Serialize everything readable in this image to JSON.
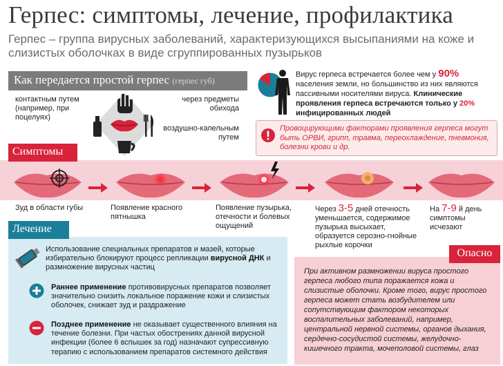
{
  "header": {
    "title": "Герпес: симптомы, лечение, профилактика",
    "subtitle": "Герпес – группа вирусных заболеваний, характеризующихся высыпаниями на коже и слизистых оболочках в виде сгруппированных пузырьков"
  },
  "transmission": {
    "title": "Как передается простой герпес",
    "title_note": "(герпес губ)",
    "contact": "контактным путем (например, при поцелуях)",
    "items": "через предметы обихода",
    "airborne": "воздушно-капельным путем"
  },
  "stats": {
    "line1": "Вирус герпеса встречается более чем у",
    "percent_main": "90%",
    "line1_end": "населения земли, но большинство из них являются пассивными носителями вируса.",
    "bold_start": "Клинические проявления герпеса встречаются только у",
    "percent_clinical": "20%",
    "bold_end": "инфицированных людей"
  },
  "warning": {
    "text": "Провоцирующими факторами проявления герпеса могут быть ОРВИ, грипп, травма, переохлаждение, пневмония, болезни крови и др."
  },
  "symptoms": {
    "title": "Симптомы",
    "stage1": "Зуд в области губы",
    "stage2": "Появление красного пятнышка",
    "stage3": "Появление пузырька, отечности и болевых ощущений",
    "stage4_pre": "Через",
    "stage4_num": "3-5",
    "stage4_post": "дней отечность уменьшается, содержимое пузырька высыхает, образуется серозно-гнойные рыхлые корочки",
    "stage5_pre": "На",
    "stage5_num": "7-9",
    "stage5_post": "й день симптомы исчезают"
  },
  "treatment": {
    "title": "Лечение",
    "p1_start": "Использование специальных препаратов и мазей, которые избирательно блокируют процесс репликации",
    "p1_bold": "вирусной ДНК",
    "p1_end": "и размножение вирусных частиц",
    "p2_bold": "Раннее применение",
    "p2_text": "противовирусных препаратов позволяет значительно снизить локальное поражение кожи и слизистых оболочек, снижает зуд и раздражение",
    "p3_bold": "Позднее применение",
    "p3_text": "не оказывает существенного влияния на течение болезни. При частых обострениях данной вирусной инфекции (более 6 вспышек за год) назначают супрессивную терапию с использованием препаратов системного действия"
  },
  "danger": {
    "title": "Опасно",
    "text": "При активном размножении вируса простого герпеса любого типа поражается кожа и слизистые оболочки. Кроме того, вирус простого герпеса может стать возбудителем или сопутствующим фактором некоторых воспалительных заболеваний, например, центральной нервной системы, органов дыхания, сердечно-сосудистой системы, желудочно-кишечного тракта, мочеполовой системы, глаз"
  },
  "colors": {
    "accent_red": "#d8233a",
    "teal": "#1b7f99",
    "pink_band": "#f6d2d8",
    "lip": "#e46a7a",
    "gray_header": "#7b7b7b",
    "light_blue": "#d6ebf2"
  },
  "icons": [
    "hand-icon",
    "bottle-icon",
    "lips-icon",
    "fork-knife-icon",
    "cup-icon",
    "pie-icon",
    "man-silhouette-icon",
    "exclamation-icon",
    "target-icon",
    "lightning-icon",
    "ointment-tube-icon",
    "plus-icon",
    "minus-icon",
    "arrow-right-icon"
  ]
}
